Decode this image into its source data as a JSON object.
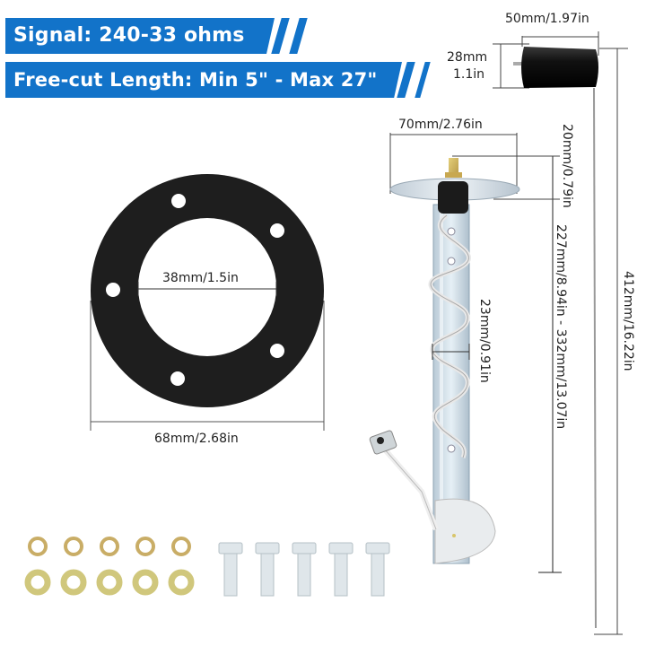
{
  "banners": {
    "signal": "Signal:  240-33 ohms",
    "length": "Free-cut Length: Min 5\" - Max 27\""
  },
  "float": {
    "length_label": "50mm/1.97in",
    "diameter_mm": "28mm",
    "diameter_in": "1.1in"
  },
  "gasket": {
    "inner_label": "38mm/1.5in",
    "outer_label": "68mm/2.68in",
    "hole_count": 5
  },
  "sender": {
    "flange_label": "70mm/2.76in",
    "terminal_height_label": "20mm/0.79in",
    "arm_width_label": "23mm/0.91in",
    "adjustable_length_label": "227mm/8.94in - 332mm/13.07in",
    "rod_length_label": "412mm/16.22in"
  },
  "hardware": {
    "lock_washers": 5,
    "flat_washers": 5,
    "bolts": 5
  },
  "colors": {
    "banner_blue": "#1273c9",
    "gasket_black": "#1e1e1e",
    "washer_brass": "#c9b56a",
    "steel": "#cfdde6"
  }
}
